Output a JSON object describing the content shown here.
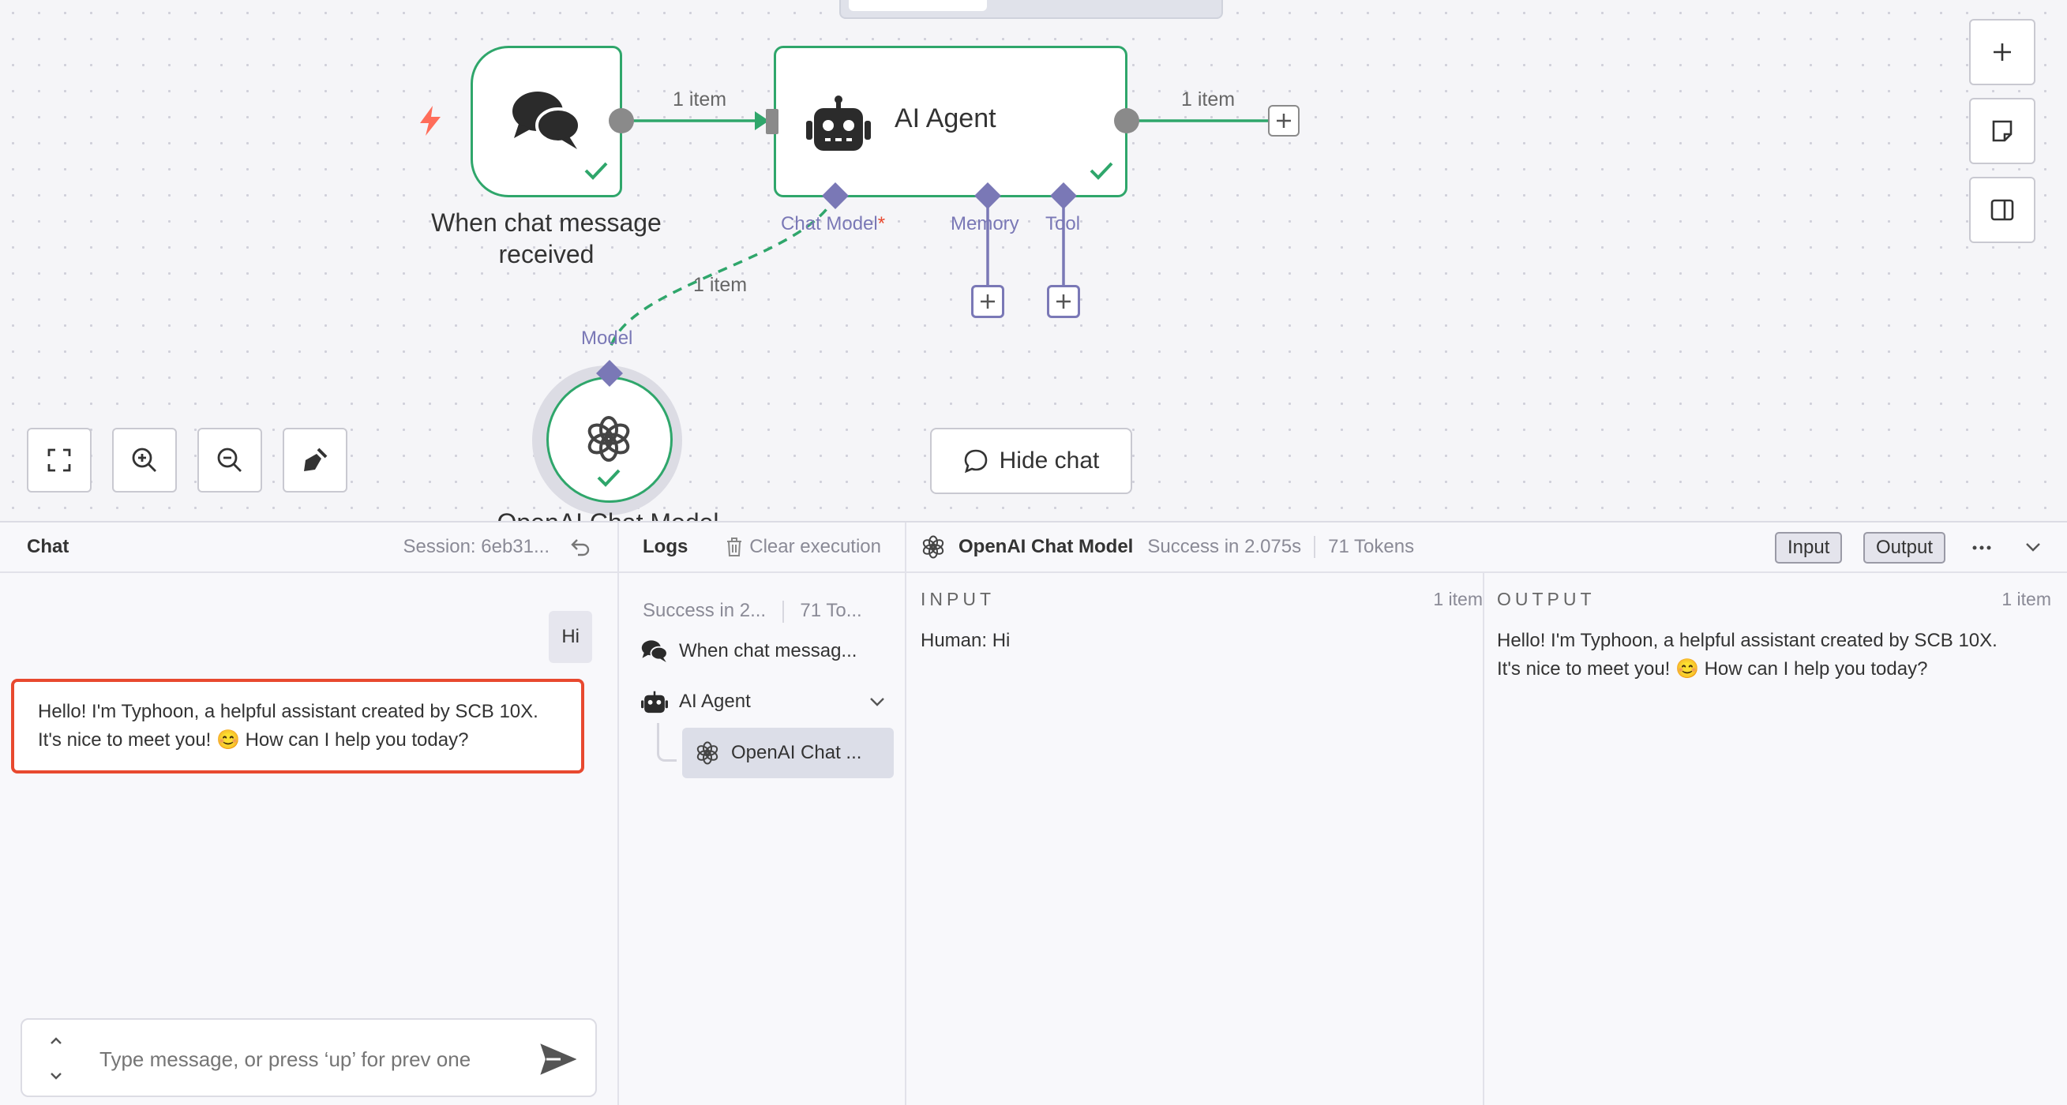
{
  "canvas": {
    "nodes": {
      "trigger": {
        "label_line1": "When chat message",
        "label_line2": "received",
        "icon": "chat-bubbles-icon"
      },
      "agent": {
        "label": "AI Agent",
        "icon": "robot-icon"
      },
      "model": {
        "label": "OpenAI Chat Model",
        "icon": "openai-icon"
      }
    },
    "edges": {
      "trigger_to_agent": "1 item",
      "agent_out": "1 item",
      "model_to_agent": "1 item"
    },
    "ports": {
      "chat_model": "Chat Model",
      "required_mark": "*",
      "memory": "Memory",
      "tool": "Tool",
      "model": "Model"
    },
    "hide_chat_label": "Hide chat",
    "colors": {
      "success": "#2fa66b",
      "port": "#7a78b6",
      "highlight": "#e8492f",
      "trigger": "#ff6d5a"
    }
  },
  "chat": {
    "title": "Chat",
    "session": "Session: 6eb31...",
    "messages": [
      {
        "role": "user",
        "text": "Hi"
      },
      {
        "role": "bot",
        "line1": "Hello! I'm Typhoon, a helpful assistant created by SCB 10X.",
        "line2": "It's nice to meet you! 😊 How can I help you today?"
      }
    ],
    "input_placeholder": "Type message, or press ‘up’ for prev one"
  },
  "logs": {
    "title": "Logs",
    "clear_label": "Clear execution",
    "summary_status": "Success in 2...",
    "summary_tokens": "71 To...",
    "items": [
      {
        "label": "When chat messag...",
        "icon": "chat-bubbles-icon"
      },
      {
        "label": "AI Agent",
        "icon": "robot-icon"
      },
      {
        "label": "OpenAI Chat ...",
        "icon": "openai-icon"
      }
    ]
  },
  "detail": {
    "title": "OpenAI Chat Model",
    "status": "Success in 2.075s",
    "tokens": "71 Tokens",
    "input_tab": "Input",
    "output_tab": "Output",
    "input": {
      "heading": "INPUT",
      "count": "1 item",
      "text": "Human: Hi"
    },
    "output": {
      "heading": "OUTPUT",
      "count": "1 item",
      "line1": "Hello! I'm Typhoon, a helpful assistant created by SCB 10X.",
      "line2": "It's nice to meet you! 😊 How can I help you today?"
    }
  }
}
